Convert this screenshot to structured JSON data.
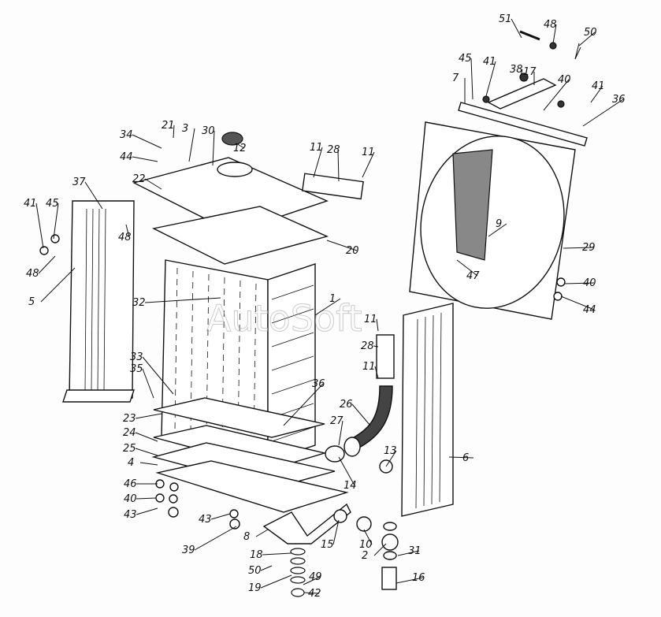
{
  "diagram": {
    "title": "Radiator assembly exploded view",
    "watermark": "AutoSoft",
    "labels": [
      "51",
      "48",
      "50",
      "45",
      "41",
      "38",
      "17",
      "40",
      "7",
      "41",
      "36",
      "34",
      "21",
      "3",
      "30",
      "12",
      "11",
      "28",
      "11",
      "44",
      "37",
      "22",
      "41",
      "45",
      "48",
      "48",
      "5",
      "20",
      "9",
      "29",
      "47",
      "40",
      "44",
      "32",
      "1",
      "11",
      "28",
      "11",
      "33",
      "35",
      "36",
      "23",
      "24",
      "25",
      "4",
      "26",
      "27",
      "13",
      "14",
      "6",
      "46",
      "40",
      "43",
      "43",
      "39",
      "8",
      "15",
      "10",
      "2",
      "31",
      "18",
      "50",
      "49",
      "19",
      "16",
      "42"
    ]
  }
}
